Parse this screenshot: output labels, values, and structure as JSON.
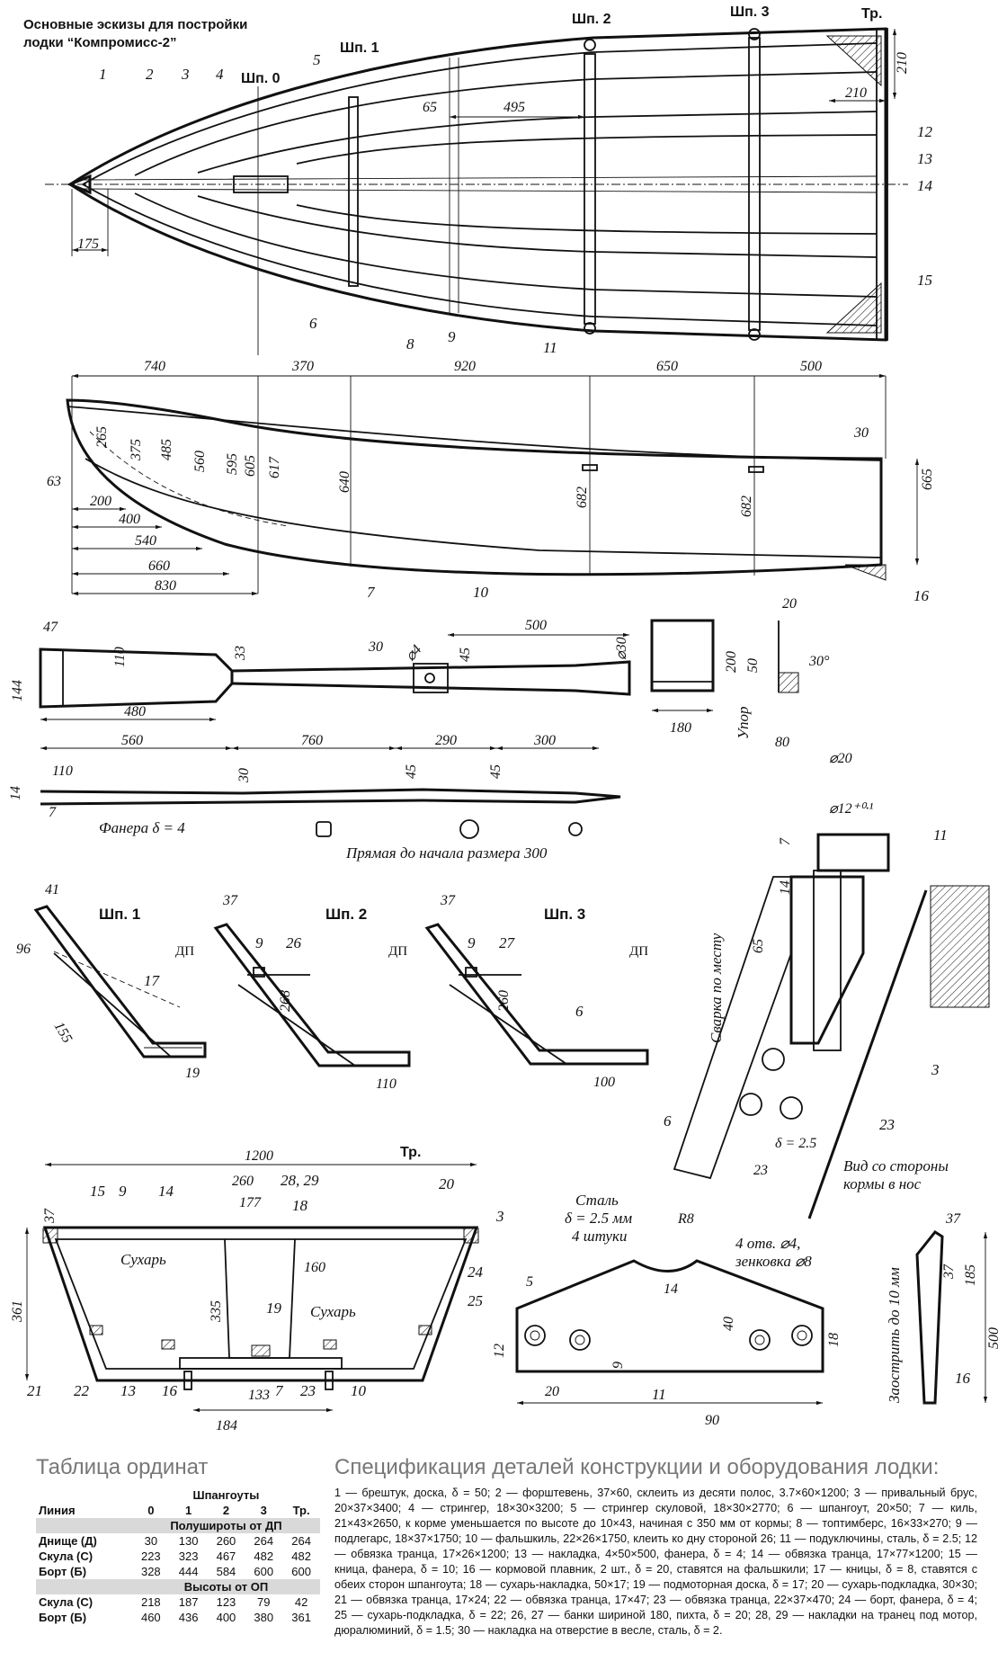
{
  "title": {
    "line1": "Основные эскизы для постройки",
    "line2": "лодки “Компромисс-2”"
  },
  "plan": {
    "frames": [
      "Шп. 0",
      "Шп. 1",
      "Шп. 2",
      "Шп. 3",
      "Тр."
    ],
    "callouts": [
      "1",
      "2",
      "3",
      "4",
      "5",
      "6",
      "8",
      "9",
      "11",
      "12",
      "13",
      "14",
      "15"
    ],
    "dims": {
      "d175": "175",
      "d65": "65",
      "d495": "495",
      "d210v": "210",
      "d210h": "210"
    }
  },
  "side": {
    "stations": [
      "740",
      "370",
      "920",
      "650",
      "500"
    ],
    "heights": [
      "265",
      "375",
      "485",
      "560",
      "595",
      "605",
      "617",
      "640",
      "682",
      "682"
    ],
    "stem": [
      "63",
      "200",
      "400",
      "540",
      "660",
      "830"
    ],
    "right": {
      "d30": "30",
      "d665": "665"
    },
    "callouts": [
      "7",
      "10",
      "16"
    ]
  },
  "oar": {
    "dims": {
      "d47": "47",
      "d144": "144",
      "d110": "110",
      "d480": "480",
      "d33": "33",
      "d30": "30",
      "d4": "⌀4",
      "d45": "45",
      "d500": "500",
      "d30dia": "⌀30",
      "d560": "560",
      "d760": "760",
      "d290": "290",
      "d300": "300"
    },
    "side_dims": {
      "d14": "14",
      "d110": "110",
      "d30": "30",
      "d45a": "45",
      "d45b": "45",
      "d7": "7"
    },
    "plywood": "Фанера  δ = 4",
    "straight": "Прямая до начала размера 300"
  },
  "stop": {
    "label": "Упор",
    "dims": {
      "d20": "20",
      "d200": "200",
      "d50": "50",
      "d30deg": "30°",
      "d180": "180",
      "d80": "80"
    }
  },
  "frames": {
    "f1": {
      "title": "Шп. 1",
      "dims": [
        "41",
        "96",
        "155",
        "19"
      ],
      "callouts": [
        "17"
      ],
      "dp": "ДП"
    },
    "f2": {
      "title": "Шп. 2",
      "dims": [
        "37",
        "268",
        "110"
      ],
      "callouts": [
        "9",
        "26"
      ],
      "dp": "ДП"
    },
    "f3": {
      "title": "Шп. 3",
      "dims": [
        "37",
        "260",
        "100"
      ],
      "callouts": [
        "9",
        "27",
        "6"
      ],
      "dp": "ДП"
    }
  },
  "motor": {
    "dims": {
      "d20": "⌀20",
      "d12": "⌀12⁺⁰·¹",
      "d7": "7",
      "d14": "14",
      "d65": "65",
      "d25": "δ = 2.5",
      "d23": "23"
    },
    "weld": "Сварка по месту",
    "view": [
      "Вид со стороны",
      "кормы в нос"
    ],
    "callouts": [
      "11",
      "3",
      "6",
      "23"
    ]
  },
  "transom": {
    "top": "1200",
    "tr": "Тр.",
    "dims": [
      "37",
      "361",
      "260",
      "177",
      "335",
      "160",
      "133",
      "184"
    ],
    "callouts": [
      "15",
      "9",
      "14",
      "28, 29",
      "18",
      "20",
      "3",
      "24",
      "25",
      "19",
      "21",
      "22",
      "13",
      "16",
      "7",
      "23",
      "10"
    ],
    "sukhar": "Сухарь"
  },
  "plate": {
    "steel": [
      "Сталь",
      "δ = 2.5 мм",
      "4 штуки"
    ],
    "holes": [
      "4 отв. ⌀4,",
      "зенковка ⌀8"
    ],
    "dims": [
      "R8",
      "5",
      "14",
      "40",
      "12",
      "9",
      "18",
      "20",
      "90"
    ],
    "callout": "11"
  },
  "fin": {
    "dims": [
      "37",
      "37",
      "185",
      "500"
    ],
    "sharpen": "Заострить до 10 мм",
    "callout": "16"
  },
  "ordinates": {
    "title": "Таблица ординат",
    "frames_label": "Шпангоуты",
    "line_label": "Линия",
    "columns": [
      "0",
      "1",
      "2",
      "3",
      "Тр."
    ],
    "sec1": "Полуширoты от ДП",
    "rows1": [
      {
        "name": "Днище (Д)",
        "v": [
          "30",
          "130",
          "260",
          "264",
          "264"
        ]
      },
      {
        "name": "Скула (С)",
        "v": [
          "223",
          "323",
          "467",
          "482",
          "482"
        ]
      },
      {
        "name": "Борт (Б)",
        "v": [
          "328",
          "444",
          "584",
          "600",
          "600"
        ]
      }
    ],
    "sec2": "Высоты от ОП",
    "rows2": [
      {
        "name": "Скула (С)",
        "v": [
          "218",
          "187",
          "123",
          "79",
          "42"
        ]
      },
      {
        "name": "Борт (Б)",
        "v": [
          "460",
          "436",
          "400",
          "380",
          "361"
        ]
      }
    ]
  },
  "spec": {
    "title": "Спецификация деталей конструкции и оборудования лодки:",
    "text": "1 — брештук, доска, δ = 50; 2 — форштевень, 37×60, склеить из десяти полос, 3.7×60×1200; 3 — привальный брус, 20×37×3400; 4 — стрингер, 18×30×3200; 5 — стрингер скуловой, 18×30×2770; 6 — шпангоут, 20×50; 7 — киль, 21×43×2650, к корме уменьшается по высоте до 10×43, начиная с 350 мм от кормы; 8 — топтимберс, 16×33×270; 9 — подлегарс, 18×37×1750; 10 — фальшкиль, 22×26×1750, клеить ко дну стороной 26; 11 — подуключины, сталь, δ = 2.5; 12 — обвязка транца, 17×26×1200; 13 — накладка, 4×50×500, фанера, δ = 4; 14 — обвязка транца, 17×77×1200; 15 — кница, фанера, δ = 10; 16 — кормовой плавник, 2 шт., δ = 20, ставятся на фальшкили; 17 — кницы, δ = 8, ставятся с обеих сторон шпангоута; 18 — сухарь-накладка, 50×17; 19 — подмоторная доска, δ = 17; 20 — сухарь-подкладка, 30×30; 21 — обвязка транца, 17×24; 22 — обвязка транца, 17×47; 23 — обвязка транца, 22×37×470; 24 — борт, фанера, δ = 4; 25 — сухарь-подкладка, δ = 22; 26, 27 — банки шириной 180, пихта, δ = 20; 28, 29 — накладки на транец под мотор, дюралюминий, δ = 1.5; 30 — накладка на отверстие в весле, сталь, δ = 2."
  }
}
